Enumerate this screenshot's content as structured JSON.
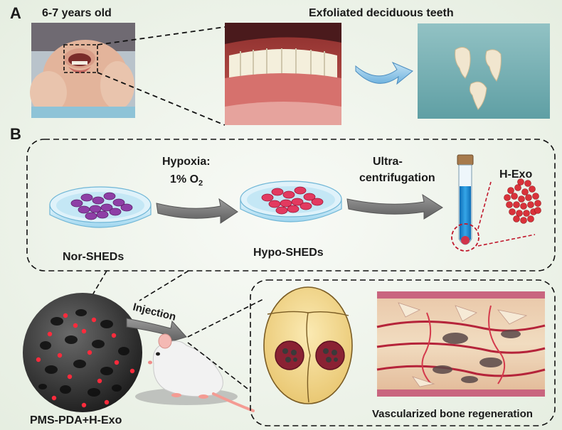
{
  "panel_a": {
    "letter": "A",
    "age_label": "6-7 years old",
    "teeth_label": "Exfoliated deciduous teeth"
  },
  "panel_b": {
    "letter": "B",
    "hypoxia_label": "Hypoxia:",
    "oxygen_label": "1% O",
    "oxygen_subscript": "2",
    "ultra_label_1": "Ultra-",
    "ultra_label_2": "centrifugation",
    "hexo_label": "H-Exo",
    "nor_label": "Nor-SHEDs",
    "hypo_label": "Hypo-SHEDs",
    "injection_label": "Injection",
    "scaffold_label": "PMS-PDA+H-Exo",
    "regeneration_label": "Vascularized bone regeneration"
  }
}
